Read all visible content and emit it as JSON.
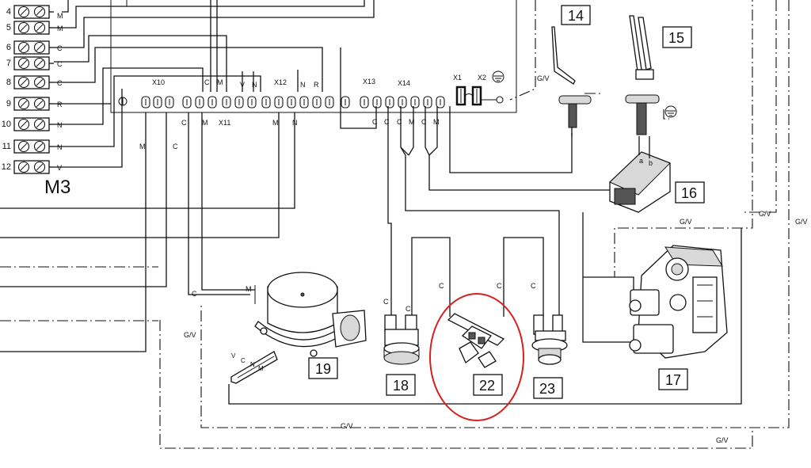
{
  "terminal_block": {
    "name": "M3",
    "rows": [
      {
        "num": "4",
        "wire": "M"
      },
      {
        "num": "5",
        "wire": "M"
      },
      {
        "num": "6",
        "wire": "C"
      },
      {
        "num": "7",
        "wire": "C"
      },
      {
        "num": "8",
        "wire": "C"
      },
      {
        "num": "9",
        "wire": "R"
      },
      {
        "num": "10",
        "wire": "N"
      },
      {
        "num": "11",
        "wire": "N"
      },
      {
        "num": "12",
        "wire": "V"
      }
    ]
  },
  "board": {
    "connectors": {
      "x10": "X10",
      "x11": "X11",
      "x12": "X12",
      "x13": "X13",
      "x14": "X14",
      "x1": "X1",
      "x2": "X2"
    },
    "pins": {
      "x11_top": [
        "C",
        "M",
        "V",
        "N"
      ],
      "x12_top": [
        "N",
        "R"
      ],
      "x10_bottom": [
        "C",
        "M"
      ],
      "x12_bottom": [
        "M",
        "N"
      ],
      "x13_bottom": [
        "C",
        "C",
        "C"
      ],
      "x14_bottom": [
        "M",
        "C",
        "M"
      ]
    }
  },
  "wire_labels": {
    "x10_m": "M",
    "x10_c": "C",
    "fan_m": "M",
    "fan_c": "C",
    "t18_c1": "C",
    "t18_c2": "C",
    "t22_c": "C",
    "t23_c1": "C",
    "t23_c2": "C",
    "fan_conn": [
      "V",
      "C",
      "N",
      "M"
    ],
    "transformer_a": "a",
    "transformer_b": "b"
  },
  "earth_labels": {
    "top_gv": "G/V",
    "right_gv1": "G/V",
    "right_gv2": "G/V",
    "right_gv3": "G/V",
    "left_gv": "G/V",
    "bottom_gv1": "G/V",
    "bottom_gv2": "G/V"
  },
  "components": {
    "c14": "14",
    "c15": "15",
    "c16": "16",
    "c17": "17",
    "c18": "18",
    "c19": "19",
    "c22": "22",
    "c23": "23"
  },
  "colors": {
    "line": "#111111",
    "highlight": "#d62020",
    "background": "#ffffff"
  }
}
